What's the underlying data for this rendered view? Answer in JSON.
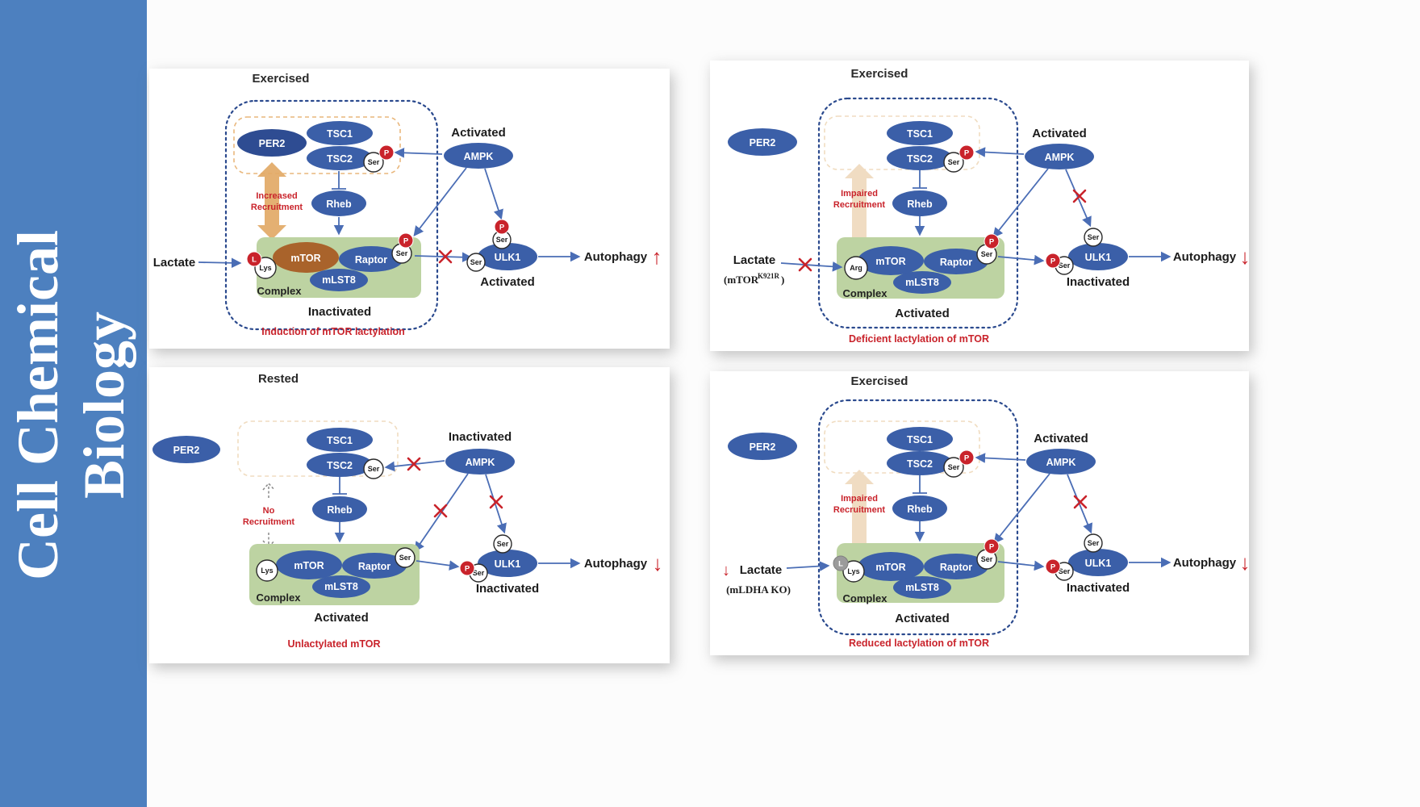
{
  "sidebar": {
    "line1": "Cell Chemical",
    "line2": "Biology"
  },
  "colors": {
    "sidebar_blue": "#4d80bf",
    "node_blue": "#3b5fa8",
    "per2_dark_blue": "#2e4c92",
    "mtor_brown": "#a9632b",
    "complex_green": "#bdd3a2",
    "accent_red": "#c9232b",
    "arrow_blue": "#4a6db5",
    "recruit_orange": "#e2a966",
    "recruit_orange_faded": "#f0dcc2"
  },
  "panel1": {
    "title": "Exercised",
    "per2": "PER2",
    "tsc1": "TSC1",
    "tsc2": "TSC2",
    "tsc_ser": "Ser",
    "tsc_p": "P",
    "ampk": "AMPK",
    "ampk_state": "Activated",
    "recruitment_l1": "Increased",
    "recruitment_l2": "Recruitment",
    "rheb": "Rheb",
    "mtor": "mTOR",
    "raptor": "Raptor",
    "mlst8": "mLST8",
    "l": "L",
    "lys": "Lys",
    "complex_ser": "Ser",
    "complex_p": "P",
    "complex": "Complex",
    "complex_state": "Inactivated",
    "lactate": "Lactate",
    "ulk1": "ULK1",
    "ulk1_p": "P",
    "ulk1_ser_top": "Ser",
    "ulk1_ser_side": "Ser",
    "ulk1_state": "Activated",
    "autophagy": "Autophagy",
    "autophagy_arrow": "↑",
    "caption": "Induction of mTOR lactylation"
  },
  "panel2": {
    "title": "Exercised",
    "per2": "PER2",
    "tsc1": "TSC1",
    "tsc2": "TSC2",
    "tsc_ser": "Ser",
    "tsc_p": "P",
    "ampk": "AMPK",
    "ampk_state": "Activated",
    "recruitment_l1": "Impaired",
    "recruitment_l2": "Recruitment",
    "rheb": "Rheb",
    "mtor": "mTOR",
    "raptor": "Raptor",
    "mlst8": "mLST8",
    "arg": "Arg",
    "complex_ser": "Ser",
    "complex_p": "P",
    "complex": "Complex",
    "complex_state": "Activated",
    "lactate": "Lactate",
    "variant_open": "(mTOR",
    "variant_sup": "K921R",
    "variant_close": ")",
    "ulk1": "ULK1",
    "ulk1_p": "P",
    "ulk1_ser_top": "Ser",
    "ulk1_ser_side": "Ser",
    "ulk1_state": "Inactivated",
    "autophagy": "Autophagy",
    "autophagy_arrow": "↓",
    "caption": "Deficient lactylation of mTOR"
  },
  "panel3": {
    "title": "Rested",
    "per2": "PER2",
    "tsc1": "TSC1",
    "tsc2": "TSC2",
    "tsc_ser": "Ser",
    "ampk": "AMPK",
    "ampk_state": "Inactivated",
    "recruitment_l1": "No",
    "recruitment_l2": "Recruitment",
    "rheb": "Rheb",
    "mtor": "mTOR",
    "raptor": "Raptor",
    "mlst8": "mLST8",
    "lys": "Lys",
    "complex_ser": "Ser",
    "complex": "Complex",
    "complex_state": "Activated",
    "ulk1": "ULK1",
    "ulk1_p": "P",
    "ulk1_ser_top": "Ser",
    "ulk1_ser_side": "Ser",
    "ulk1_state": "Inactivated",
    "autophagy": "Autophagy",
    "autophagy_arrow": "↓",
    "caption": "Unlactylated mTOR"
  },
  "panel4": {
    "title": "Exercised",
    "per2": "PER2",
    "tsc1": "TSC1",
    "tsc2": "TSC2",
    "tsc_ser": "Ser",
    "tsc_p": "P",
    "ampk": "AMPK",
    "ampk_state": "Activated",
    "recruitment_l1": "Impaired",
    "recruitment_l2": "Recruitment",
    "rheb": "Rheb",
    "mtor": "mTOR",
    "raptor": "Raptor",
    "mlst8": "mLST8",
    "l": "L",
    "lys": "Lys",
    "complex_ser": "Ser",
    "complex_p": "P",
    "complex": "Complex",
    "complex_state": "Activated",
    "lactate_arrow": "↓",
    "lactate": "Lactate",
    "lactate_sub": "(mLDHA KO)",
    "ulk1": "ULK1",
    "ulk1_p": "P",
    "ulk1_ser_top": "Ser",
    "ulk1_ser_side": "Ser",
    "ulk1_state": "Inactivated",
    "autophagy": "Autophagy",
    "autophagy_arrow": "↓",
    "caption": "Reduced lactylation of mTOR"
  }
}
